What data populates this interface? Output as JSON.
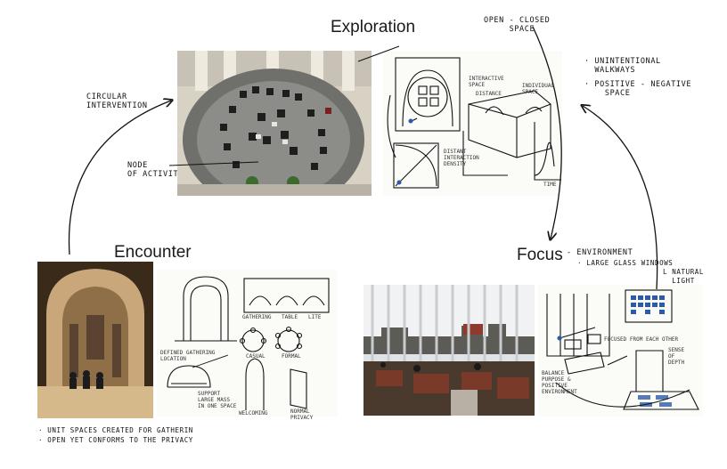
{
  "titles": {
    "exploration": "Exploration",
    "encounter": "Encounter",
    "focus": "Focus"
  },
  "notes": {
    "open_closed": "OPEN - CLOSED\n     SPACE",
    "unintentional": "· UNINTENTIONAL\n  WALKWAYS",
    "positive_negative": "· POSITIVE - NEGATIVE\n    SPACE",
    "circular": "CIRCULAR\nINTERVENTION",
    "node": "NODE\nOF ACTIVITY",
    "environment": "- ENVIRONMENT",
    "large_glass": "· LARGE GLASS WINDOWS",
    "natural_light": "L NATURAL\n  LIGHT",
    "unit_spaces": "· UNIT SPACES CREATED FOR GATHERIN",
    "open_yet": "· OPEN YET CONFORMS TO THE PRIVACY"
  },
  "sketch_labels": {
    "interactive_space": "INTERACTIVE\nSPACE",
    "distance": "DISTANCE",
    "individual_space": "INDIVIDUAL\nSPACE",
    "distant_interaction": "DISTANT\nINTERACTION\nDENSITY",
    "time": "TIME",
    "gathering": "GATHERING",
    "casual": "CASUAL",
    "table": "TABLE",
    "lite": "LITE",
    "formal": "FORMAL",
    "defined": "DEFINED GATHERING\nLOCATION",
    "support": "SUPPORT\nLARGE MASS\nIN ONE SPACE",
    "welcoming": "WELCOMING",
    "normal_privacy": "NORMAL\nPRIVACY",
    "focused": "FOCUSED FROM EACH OTHER",
    "sense_depth": "SENSE\nOF\nDEPTH",
    "balance": "BALANCE\nPURPOSE &\nPOSITIVE\nENVIRONMENT"
  },
  "colors": {
    "ink": "#111111",
    "photo_floor": "#8c8c88",
    "niche_warm": "#c9a77a",
    "window_light": "#dfe3e6"
  }
}
